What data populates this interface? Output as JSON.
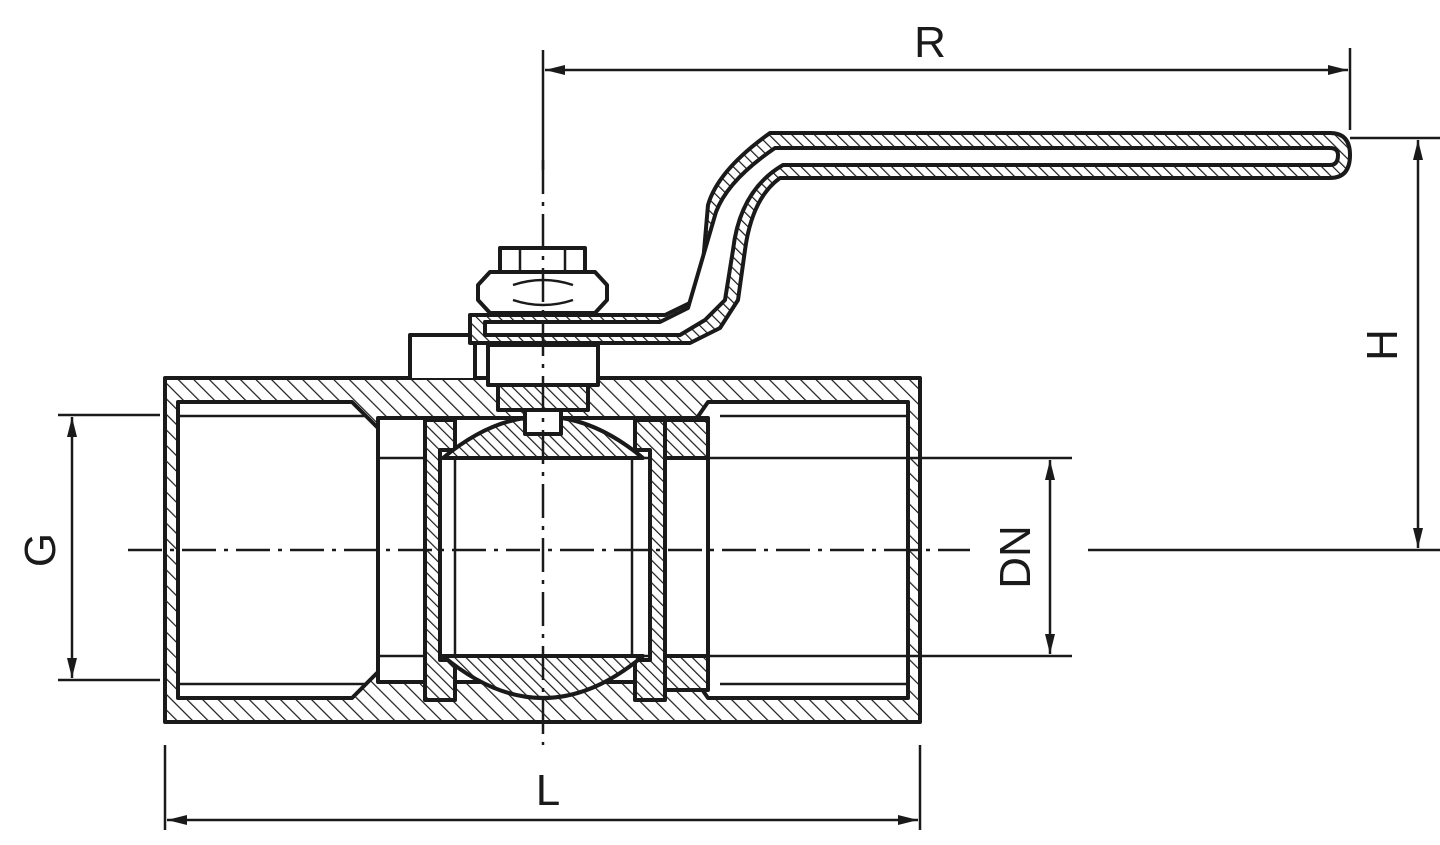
{
  "diagram": {
    "dimensions": {
      "R": "R",
      "H": "H",
      "G": "G",
      "DN": "DN",
      "L": "L"
    },
    "color": "#1a1a1a"
  }
}
